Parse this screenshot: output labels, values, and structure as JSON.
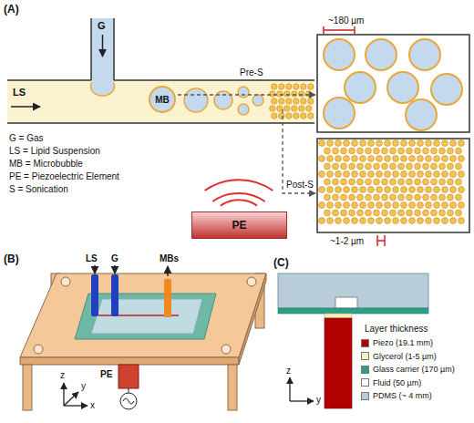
{
  "diagram": {
    "nodes": [
      {
        "text": [
          "MB"
        ]
      },
      {
        "text": [
          "PE"
        ]
      }
    ],
    "labels": [
      "(A)",
      "G",
      "LS",
      "Pre-S",
      "Post-S",
      "~180 µm",
      "~1-2 µm",
      "G = Gas",
      "LS = Lipid Suspension",
      "MB = Microbubble",
      "PE = Piezoelectric Element",
      "S = Sonication",
      "(B)",
      "LS",
      "G",
      "MBs",
      "PE",
      "z",
      "y",
      "x",
      "(C)",
      "z",
      "y",
      "Layer thickness"
    ],
    "legend": [
      {
        "text": "Piezo (19.1 mm)",
        "color": "#b00000"
      },
      {
        "text": "Glycerol (1-5 µm)",
        "color": "#f3efbf"
      },
      {
        "text": "Glass carrier (170 µm)",
        "color": "#2e9e86"
      },
      {
        "text": "Fluid (50 µm)",
        "color": "#ffffff"
      },
      {
        "text": "PDMS (~ 4 mm)",
        "color": "#b9cdd8"
      }
    ]
  }
}
